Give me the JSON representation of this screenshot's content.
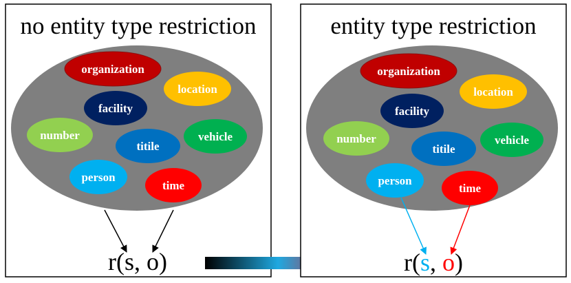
{
  "panels": {
    "left": {
      "title": "no entity type restriction",
      "entities": {
        "organization": "organization",
        "location": "location",
        "facility": "facility",
        "number": "number",
        "titile": "titile",
        "vehicle": "vehicle",
        "person": "person",
        "time": "time"
      },
      "relation": {
        "r": "r(",
        "s": "s",
        "sep": ", ",
        "o": "o",
        "close": ")"
      }
    },
    "right": {
      "title": "entity type restriction",
      "entities": {
        "organization": "organization",
        "location": "location",
        "facility": "facility",
        "number": "number",
        "titile": "titile",
        "vehicle": "vehicle",
        "person": "person",
        "time": "time"
      },
      "relation": {
        "r": "r(",
        "s": "s",
        "sep": ", ",
        "o": "o",
        "close": ")"
      }
    }
  },
  "colors": {
    "cloud": "#7f7f7f",
    "organization": "#c00000",
    "location": "#ffc000",
    "facility": "#002060",
    "number": "#92d050",
    "titile": "#0070c0",
    "vehicle": "#00b050",
    "person": "#00b0f0",
    "time": "#ff0000",
    "subject_highlight": "#00b0f0",
    "object_highlight": "#ff0000"
  }
}
